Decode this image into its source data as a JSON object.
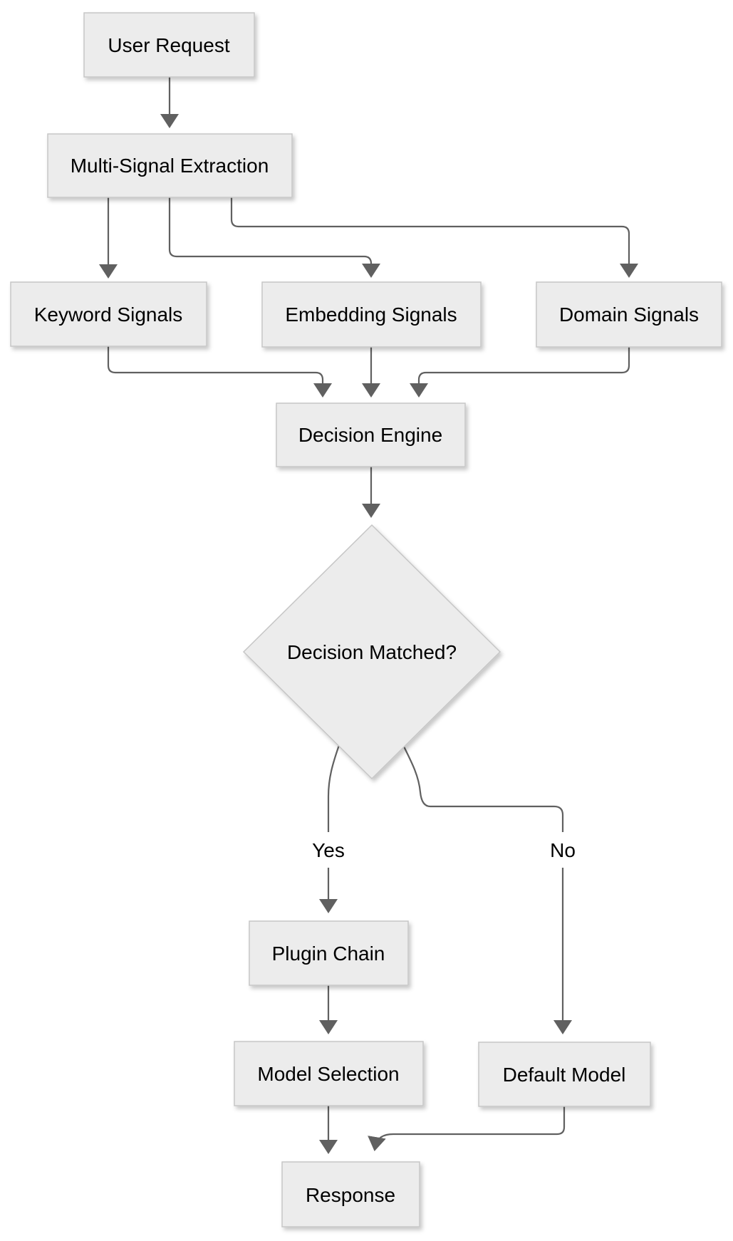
{
  "diagram": {
    "type": "flowchart",
    "direction": "top-down",
    "colors": {
      "background": "#ffffff",
      "node_fill": "#ececec",
      "node_border": "#c6c6c6",
      "edge": "#606060",
      "arrowhead": "#606060",
      "text": "#000000"
    },
    "nodes": {
      "user_request": {
        "label": "User Request",
        "shape": "rectangle"
      },
      "multi_signal_extraction": {
        "label": "Multi-Signal Extraction",
        "shape": "rectangle"
      },
      "keyword_signals": {
        "label": "Keyword Signals",
        "shape": "rectangle"
      },
      "embedding_signals": {
        "label": "Embedding Signals",
        "shape": "rectangle"
      },
      "domain_signals": {
        "label": "Domain Signals",
        "shape": "rectangle"
      },
      "decision_engine": {
        "label": "Decision Engine",
        "shape": "rectangle"
      },
      "decision_matched": {
        "label": "Decision Matched?",
        "shape": "diamond"
      },
      "plugin_chain": {
        "label": "Plugin Chain",
        "shape": "rectangle"
      },
      "model_selection": {
        "label": "Model Selection",
        "shape": "rectangle"
      },
      "default_model": {
        "label": "Default Model",
        "shape": "rectangle"
      },
      "response": {
        "label": "Response",
        "shape": "rectangle"
      }
    },
    "edges": [
      {
        "from": "user_request",
        "to": "multi_signal_extraction",
        "label": ""
      },
      {
        "from": "multi_signal_extraction",
        "to": "keyword_signals",
        "label": ""
      },
      {
        "from": "multi_signal_extraction",
        "to": "embedding_signals",
        "label": ""
      },
      {
        "from": "multi_signal_extraction",
        "to": "domain_signals",
        "label": ""
      },
      {
        "from": "keyword_signals",
        "to": "decision_engine",
        "label": ""
      },
      {
        "from": "embedding_signals",
        "to": "decision_engine",
        "label": ""
      },
      {
        "from": "domain_signals",
        "to": "decision_engine",
        "label": ""
      },
      {
        "from": "decision_engine",
        "to": "decision_matched",
        "label": ""
      },
      {
        "from": "decision_matched",
        "to": "plugin_chain",
        "label": "Yes"
      },
      {
        "from": "decision_matched",
        "to": "default_model",
        "label": "No"
      },
      {
        "from": "plugin_chain",
        "to": "model_selection",
        "label": ""
      },
      {
        "from": "model_selection",
        "to": "response",
        "label": ""
      },
      {
        "from": "default_model",
        "to": "response",
        "label": ""
      }
    ]
  }
}
